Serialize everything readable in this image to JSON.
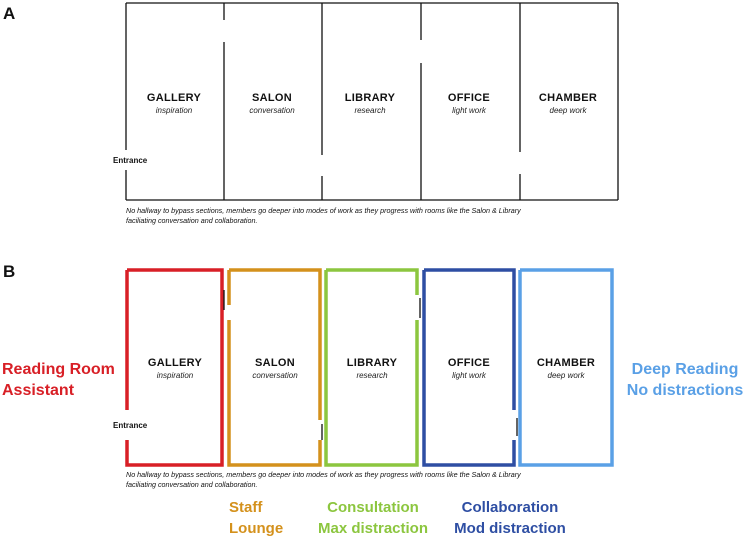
{
  "panel_a": {
    "letter": "A",
    "rooms": [
      {
        "name": "GALLERY",
        "sub": "inspiration"
      },
      {
        "name": "SALON",
        "sub": "conversation"
      },
      {
        "name": "LIBRARY",
        "sub": "research"
      },
      {
        "name": "OFFICE",
        "sub": "light work"
      },
      {
        "name": "CHAMBER",
        "sub": "deep work"
      }
    ],
    "entrance": "Entrance",
    "caption_line1": "No hallway to bypass sections, members go deeper into modes of work as they progress with rooms like the Salon & Library",
    "caption_line2": "faciliating conversation and collaboration."
  },
  "panel_b": {
    "letter": "B",
    "rooms": [
      {
        "name": "GALLERY",
        "sub": "inspiration"
      },
      {
        "name": "SALON",
        "sub": "conversation"
      },
      {
        "name": "LIBRARY",
        "sub": "research"
      },
      {
        "name": "OFFICE",
        "sub": "light work"
      },
      {
        "name": "CHAMBER",
        "sub": "deep work"
      }
    ],
    "entrance": "Entrance",
    "caption_line1": "No hallway to bypass sections, members go deeper into modes of work as they progress with rooms like the Salon & Library",
    "caption_line2": "faciliating conversation and collaboration.",
    "left_label": {
      "line1": "Reading Room",
      "line2": "Assistant"
    },
    "right_label": {
      "line1": "Deep Reading",
      "line2": "No distractions"
    },
    "bottom_labels": [
      {
        "line1": "Staff",
        "line2": "Lounge"
      },
      {
        "line1": "Consultation",
        "line2": "Max distraction"
      },
      {
        "line1": "Collaboration",
        "line2": "Mod distraction"
      }
    ]
  },
  "colors": {
    "gallery": "#d81f26",
    "salon": "#d4911c",
    "library": "#8cc63f",
    "office": "#2e4ea3",
    "chamber": "#5aa0e6",
    "wall": "#111111"
  }
}
